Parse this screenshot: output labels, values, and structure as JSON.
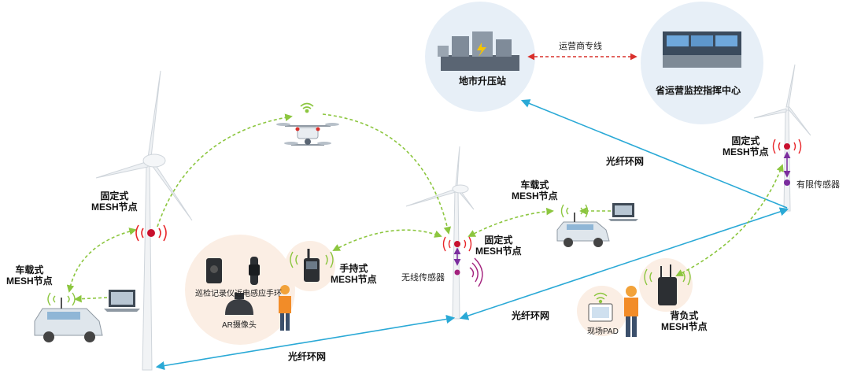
{
  "labels": {
    "substation": "地市升压站",
    "control_center": "省运营监控指挥中心",
    "operator_line": "运营商专线",
    "fiber_1": "光纤环网",
    "fiber_2": "光纤环网",
    "fiber_3": "光纤环网",
    "fixed_mesh_left_1": "固定式",
    "fixed_mesh_left_2": "MESH节点",
    "fixed_mesh_mid_1": "固定式",
    "fixed_mesh_mid_2": "MESH节点",
    "fixed_mesh_right_1": "固定式",
    "fixed_mesh_right_2": "MESH节点",
    "vehicle_mesh_left_1": "车载式",
    "vehicle_mesh_left_2": "MESH节点",
    "vehicle_mesh_mid_1": "车载式",
    "vehicle_mesh_mid_2": "MESH节点",
    "handheld_mesh_1": "手持式",
    "handheld_mesh_2": "MESH节点",
    "backpack_mesh_1": "背负式",
    "backpack_mesh_2": "MESH节点",
    "wireless_sensor": "无线传感器",
    "wired_sensor": "有限传感器",
    "patrol_recorder": "巡检记录仪",
    "proximity_band": "近电感应手环",
    "ar_camera": "AR摄像头",
    "field_pad": "现场PAD"
  },
  "colors": {
    "fiber": "#2aa9d6",
    "wireless_link": "#8cc63f",
    "operator_link": "#d9302c",
    "node": "#c8102e",
    "signal": "#e8262a",
    "sensor": "#a3217d",
    "circle_bg": "#e7eff7",
    "wearables_bg": "#fbeee4"
  }
}
